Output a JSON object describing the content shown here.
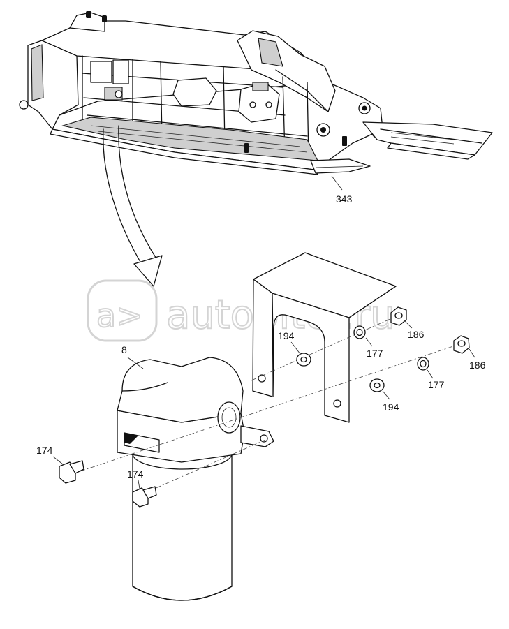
{
  "watermark": {
    "text": "autopiter.ru"
  },
  "callouts": [
    {
      "id": "343",
      "text": "343"
    },
    {
      "id": "8",
      "text": "8"
    },
    {
      "id": "194a",
      "text": "194"
    },
    {
      "id": "177a",
      "text": "177"
    },
    {
      "id": "186a",
      "text": "186"
    },
    {
      "id": "186b",
      "text": "186"
    },
    {
      "id": "177b",
      "text": "177"
    },
    {
      "id": "194b",
      "text": "194"
    },
    {
      "id": "174a",
      "text": "174"
    },
    {
      "id": "174b",
      "text": "174"
    }
  ]
}
